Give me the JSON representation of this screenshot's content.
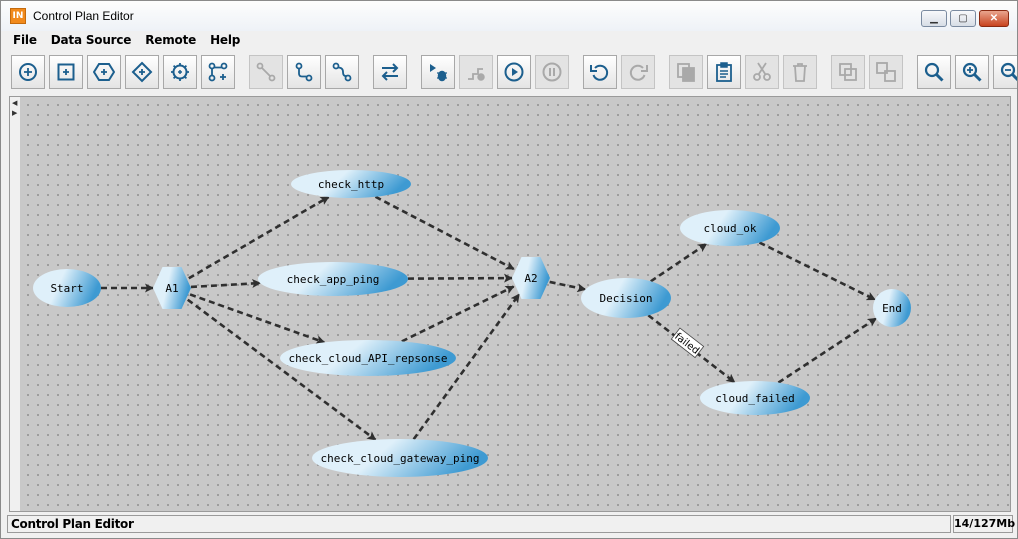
{
  "window": {
    "title": "Control Plan Editor",
    "app_icon_text": "IN",
    "controls": {
      "minimize": "▁",
      "maximize": "▢",
      "close": "✕"
    }
  },
  "menu": {
    "items": [
      {
        "id": "file",
        "label": "File"
      },
      {
        "id": "data-source",
        "label": "Data Source"
      },
      {
        "id": "remote",
        "label": "Remote"
      },
      {
        "id": "help",
        "label": "Help"
      }
    ]
  },
  "toolbar": {
    "buttons": [
      {
        "name": "add-start-button",
        "icon": "circle-dot-icon",
        "enabled": true
      },
      {
        "name": "add-activity-button",
        "icon": "square-plus-icon",
        "enabled": true
      },
      {
        "name": "add-hexagon-button",
        "icon": "hexagon-plus-icon",
        "enabled": true
      },
      {
        "name": "add-decision-button",
        "icon": "diamond-plus-icon",
        "enabled": true
      },
      {
        "name": "add-subplan-button",
        "icon": "gear-plus-icon",
        "enabled": true
      },
      {
        "name": "add-branch-button",
        "icon": "branch-icon",
        "enabled": true
      },
      {
        "name": "link-button",
        "icon": "link-icon",
        "enabled": false
      },
      {
        "name": "connect-nodes-button",
        "icon": "connect-icon",
        "enabled": true
      },
      {
        "name": "connect-path-button",
        "icon": "path-icon",
        "enabled": true
      },
      {
        "name": "swap-direction-button",
        "icon": "swap-arrows-icon",
        "enabled": true
      },
      {
        "name": "debug-button",
        "icon": "bug-play-icon",
        "enabled": true
      },
      {
        "name": "step-button",
        "icon": "step-icon",
        "enabled": false
      },
      {
        "name": "run-button",
        "icon": "play-icon",
        "enabled": true
      },
      {
        "name": "pause-button",
        "icon": "pause-icon",
        "enabled": false
      },
      {
        "name": "undo-button",
        "icon": "undo-icon",
        "enabled": true
      },
      {
        "name": "redo-button",
        "icon": "redo-icon",
        "enabled": false
      },
      {
        "name": "copy-button",
        "icon": "copy-icon",
        "enabled": false
      },
      {
        "name": "paste-button",
        "icon": "clipboard-icon",
        "enabled": true
      },
      {
        "name": "cut-button",
        "icon": "scissors-icon",
        "enabled": false
      },
      {
        "name": "delete-button",
        "icon": "trash-icon",
        "enabled": false
      },
      {
        "name": "group-button",
        "icon": "group-icon",
        "enabled": false
      },
      {
        "name": "ungroup-button",
        "icon": "ungroup-icon",
        "enabled": false
      },
      {
        "name": "zoom-button",
        "icon": "magnifier-icon",
        "enabled": true
      },
      {
        "name": "zoom-in-button",
        "icon": "zoom-in-icon",
        "enabled": true
      },
      {
        "name": "zoom-out-button",
        "icon": "zoom-out-icon",
        "enabled": true
      }
    ]
  },
  "graph": {
    "nodes": [
      {
        "id": "start",
        "label": "Start",
        "shape": "ellipse"
      },
      {
        "id": "a1",
        "label": "A1",
        "shape": "hexagon"
      },
      {
        "id": "check_http",
        "label": "check_http",
        "shape": "ellipse"
      },
      {
        "id": "check_app_ping",
        "label": "check_app_ping",
        "shape": "ellipse"
      },
      {
        "id": "check_cloud_api",
        "label": "check_cloud_API_repsonse",
        "shape": "ellipse"
      },
      {
        "id": "check_cloud_gw",
        "label": "check_cloud_gateway_ping",
        "shape": "ellipse"
      },
      {
        "id": "a2",
        "label": "A2",
        "shape": "hexagon"
      },
      {
        "id": "decision",
        "label": "Decision",
        "shape": "ellipse"
      },
      {
        "id": "cloud_ok",
        "label": "cloud_ok",
        "shape": "ellipse"
      },
      {
        "id": "cloud_failed",
        "label": "cloud_failed",
        "shape": "ellipse"
      },
      {
        "id": "end",
        "label": "End",
        "shape": "ellipse"
      }
    ],
    "edges": [
      {
        "from": "start",
        "to": "a1"
      },
      {
        "from": "a1",
        "to": "check_http"
      },
      {
        "from": "a1",
        "to": "check_app_ping"
      },
      {
        "from": "a1",
        "to": "check_cloud_api"
      },
      {
        "from": "a1",
        "to": "check_cloud_gw"
      },
      {
        "from": "check_http",
        "to": "a2"
      },
      {
        "from": "check_app_ping",
        "to": "a2"
      },
      {
        "from": "check_cloud_api",
        "to": "a2"
      },
      {
        "from": "check_cloud_gw",
        "to": "a2"
      },
      {
        "from": "a2",
        "to": "decision"
      },
      {
        "from": "decision",
        "to": "cloud_ok"
      },
      {
        "from": "decision",
        "to": "cloud_failed",
        "label": "failed"
      },
      {
        "from": "cloud_ok",
        "to": "end"
      },
      {
        "from": "cloud_failed",
        "to": "end"
      }
    ]
  },
  "colors": {
    "node_light": "#dff0fa",
    "node_dark": "#3e9ad2",
    "edge": "#2f2f2f",
    "canvas": "#c8c8c8"
  },
  "status": {
    "left": "Control Plan Editor",
    "memory": "14/127Mb"
  }
}
